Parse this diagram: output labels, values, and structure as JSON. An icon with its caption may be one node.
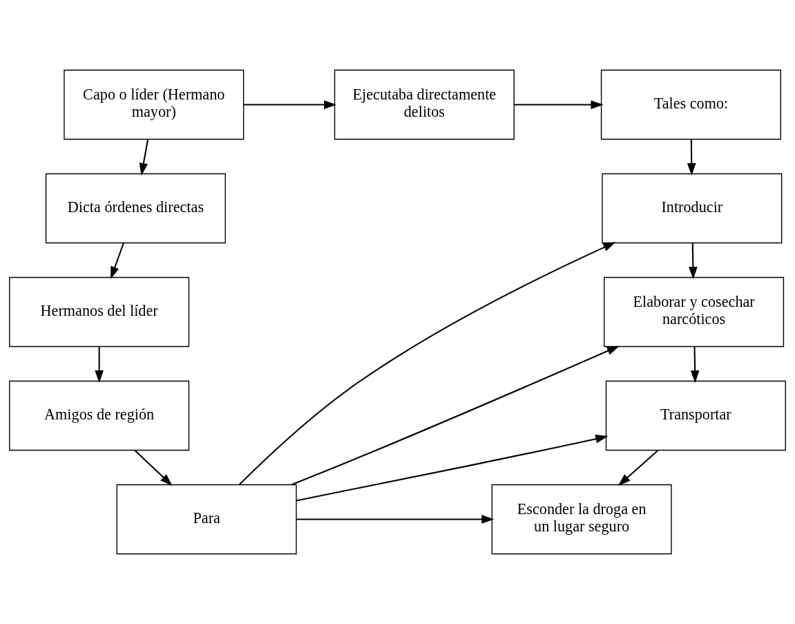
{
  "diagram": {
    "nodes": [
      {
        "text": [
          "Capo o líder (Hermano mayor)"
        ]
      },
      {
        "text": [
          "Ejecutaba directamente delitos"
        ]
      },
      {
        "text": [
          "Tales como:"
        ]
      },
      {
        "text": [
          "Dicta órdenes directas"
        ]
      },
      {
        "text": [
          "Hermanos del líder"
        ]
      },
      {
        "text": [
          "Amigos de región"
        ]
      },
      {
        "text": [
          "Para"
        ]
      },
      {
        "text": [
          "Introducir"
        ]
      },
      {
        "text": [
          "Elaborar y cosechar narcóticos"
        ]
      },
      {
        "text": [
          "Transportar"
        ]
      },
      {
        "text": [
          "Esconder la droga en un lugar seguro"
        ]
      }
    ],
    "edges": [
      {
        "from": 0,
        "to": 1,
        "arrow": "to"
      },
      {
        "from": 1,
        "to": 2,
        "arrow": "to"
      },
      {
        "from": 0,
        "to": 3,
        "arrow": "to"
      },
      {
        "from": 3,
        "to": 4,
        "arrow": "to"
      },
      {
        "from": 4,
        "to": 5,
        "arrow": "to"
      },
      {
        "from": 5,
        "to": 6,
        "arrow": "to"
      },
      {
        "from": 2,
        "to": 7,
        "arrow": "to"
      },
      {
        "from": 7,
        "to": 8,
        "arrow": "to"
      },
      {
        "from": 8,
        "to": 9,
        "arrow": "to"
      },
      {
        "from": 9,
        "to": 10,
        "arrow": "to"
      },
      {
        "from": 6,
        "to": 7,
        "arrow": "to"
      },
      {
        "from": 6,
        "to": 8,
        "arrow": "to"
      },
      {
        "from": 6,
        "to": 9,
        "arrow": "to"
      },
      {
        "from": 6,
        "to": 10,
        "arrow": "to"
      }
    ]
  }
}
